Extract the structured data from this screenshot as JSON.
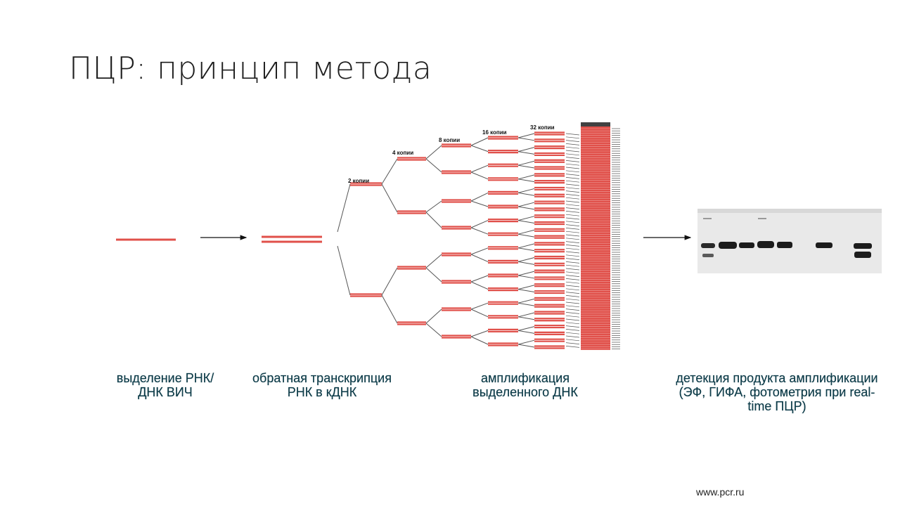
{
  "slide": {
    "title": "ПЦР: принцип метода",
    "copy_labels": [
      "2 копии",
      "4 копии",
      "8 копии",
      "16 копии",
      "32 копии"
    ],
    "captions": [
      {
        "lines": [
          "выделение РНК/",
          "ДНК ВИЧ"
        ]
      },
      {
        "lines": [
          "обратная транскрипция",
          "РНК в кДНК"
        ]
      },
      {
        "lines": [
          "амплификация",
          "выделенного ДНК"
        ]
      },
      {
        "lines": [
          "детекция продукта амплификации",
          "(ЭФ, ГИФА, фотометрия при real-",
          "time ПЦР)"
        ]
      }
    ],
    "source": "www.pcr.ru"
  },
  "colors": {
    "strand": "#e0504a",
    "title": "#1e1e1e",
    "caption": "#0f3d4a",
    "gel_background": "#e9e9e9",
    "gel_band": "#1c1c1c"
  }
}
